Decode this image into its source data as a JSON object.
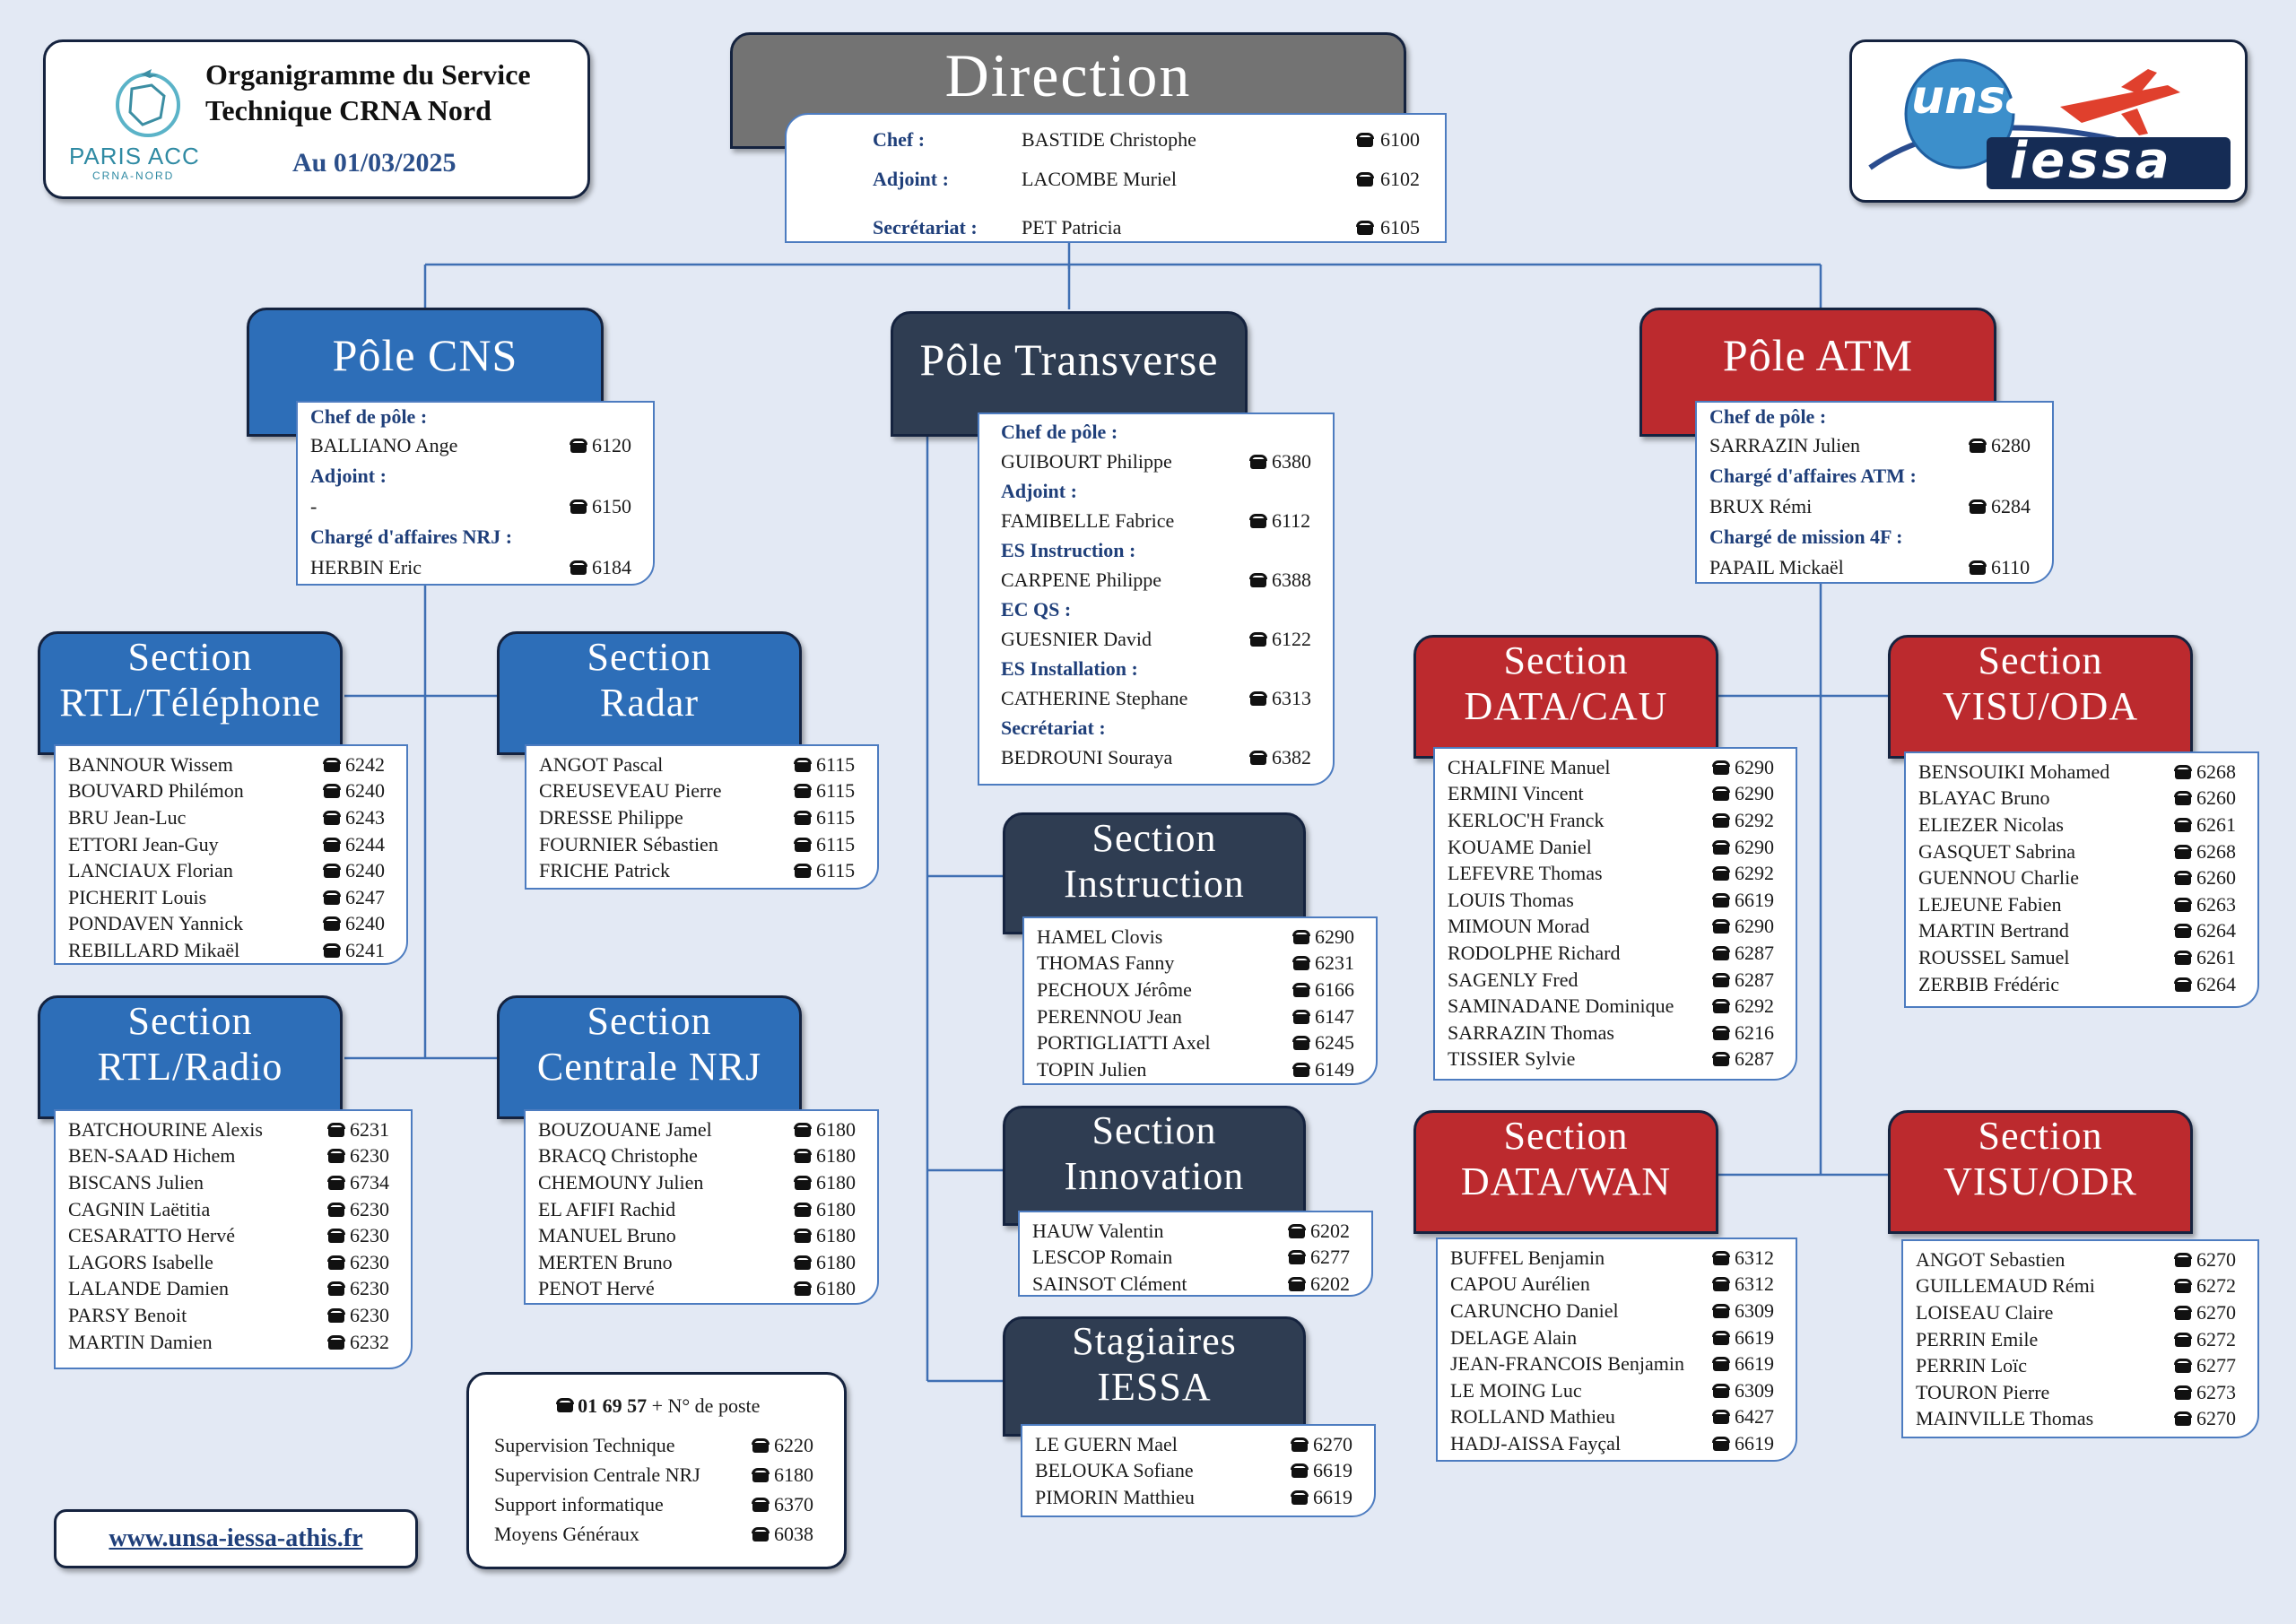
{
  "header": {
    "title_line1": "Organigramme du Service",
    "title_line2": "Technique CRNA Nord",
    "date": "Au 01/03/2025",
    "logo_text": "PARIS ACC",
    "logo_sub": "CRNA-NORD",
    "right_logo_unsa": "unsa",
    "right_logo_iessa": "iessa"
  },
  "direction": {
    "title": "Direction",
    "rows": [
      {
        "label": "Chef :",
        "name": "BASTIDE Christophe",
        "phone": "6100"
      },
      {
        "label": "Adjoint :",
        "name": "LACOMBE Muriel",
        "phone": "6102"
      },
      {
        "label": "Secrétariat :",
        "name": "PET Patricia",
        "phone": "6105"
      }
    ]
  },
  "poles": {
    "cns": {
      "title": "Pôle CNS",
      "items": [
        {
          "label": "Chef de pôle :",
          "name": "BALLIANO Ange",
          "phone": "6120"
        },
        {
          "label": "Adjoint :",
          "name": "-",
          "phone": "6150"
        },
        {
          "label": "Chargé d'affaires NRJ :",
          "name": "HERBIN Eric",
          "phone": "6184"
        }
      ]
    },
    "transverse": {
      "title": "Pôle Transverse",
      "items": [
        {
          "label": "Chef de pôle :",
          "name": "GUIBOURT Philippe",
          "phone": "6380"
        },
        {
          "label": "Adjoint :",
          "name": "FAMIBELLE Fabrice",
          "phone": "6112"
        },
        {
          "label": "ES Instruction :",
          "name": "CARPENE Philippe",
          "phone": "6388"
        },
        {
          "label": "EC QS :",
          "name": "GUESNIER David",
          "phone": "6122"
        },
        {
          "label": "ES Installation :",
          "name": "CATHERINE Stephane",
          "phone": "6313"
        },
        {
          "label": "Secrétariat :",
          "name": "BEDROUNI Souraya",
          "phone": "6382"
        }
      ]
    },
    "atm": {
      "title": "Pôle ATM",
      "items": [
        {
          "label": "Chef de pôle :",
          "name": "SARRAZIN Julien",
          "phone": "6280"
        },
        {
          "label": "Chargé d'affaires ATM :",
          "name": "BRUX Rémi",
          "phone": "6284"
        },
        {
          "label": "Chargé de mission 4F :",
          "name": "PAPAIL Mickaël",
          "phone": "6110"
        }
      ]
    }
  },
  "sections": {
    "rtl_tel": {
      "title1": "Section",
      "title2": "RTL/Téléphone",
      "members": [
        {
          "name": "BANNOUR Wissem",
          "phone": "6242"
        },
        {
          "name": "BOUVARD Philémon",
          "phone": "6240"
        },
        {
          "name": "BRU Jean-Luc",
          "phone": "6243"
        },
        {
          "name": "ETTORI Jean-Guy",
          "phone": "6244"
        },
        {
          "name": "LANCIAUX Florian",
          "phone": "6240"
        },
        {
          "name": "PICHERIT Louis",
          "phone": "6247"
        },
        {
          "name": "PONDAVEN Yannick",
          "phone": "6240"
        },
        {
          "name": "REBILLARD Mikaël",
          "phone": "6241"
        }
      ]
    },
    "radar": {
      "title1": "Section",
      "title2": "Radar",
      "members": [
        {
          "name": "ANGOT Pascal",
          "phone": "6115"
        },
        {
          "name": "CREUSEVEAU Pierre",
          "phone": "6115"
        },
        {
          "name": "DRESSE Philippe",
          "phone": "6115"
        },
        {
          "name": "FOURNIER Sébastien",
          "phone": "6115"
        },
        {
          "name": "FRICHE Patrick",
          "phone": "6115"
        }
      ]
    },
    "rtl_radio": {
      "title1": "Section",
      "title2": "RTL/Radio",
      "members": [
        {
          "name": "BATCHOURINE Alexis",
          "phone": "6231"
        },
        {
          "name": "BEN-SAAD Hichem",
          "phone": "6230"
        },
        {
          "name": "BISCANS Julien",
          "phone": "6734"
        },
        {
          "name": "CAGNIN Laëtitia",
          "phone": "6230"
        },
        {
          "name": "CESARATTO Hervé",
          "phone": "6230"
        },
        {
          "name": "LAGORS Isabelle",
          "phone": "6230"
        },
        {
          "name": "LALANDE Damien",
          "phone": "6230"
        },
        {
          "name": "PARSY Benoit",
          "phone": "6230"
        },
        {
          "name": "MARTIN Damien",
          "phone": "6232"
        }
      ]
    },
    "centrale_nrj": {
      "title1": "Section",
      "title2": "Centrale NRJ",
      "members": [
        {
          "name": "BOUZOUANE Jamel",
          "phone": "6180"
        },
        {
          "name": "BRACQ Christophe",
          "phone": "6180"
        },
        {
          "name": "CHEMOUNY Julien",
          "phone": "6180"
        },
        {
          "name": "EL AFIFI Rachid",
          "phone": "6180"
        },
        {
          "name": "MANUEL Bruno",
          "phone": "6180"
        },
        {
          "name": "MERTEN Bruno",
          "phone": "6180"
        },
        {
          "name": "PENOT Hervé",
          "phone": "6180"
        }
      ]
    },
    "instruction": {
      "title1": "Section",
      "title2": "Instruction",
      "members": [
        {
          "name": "HAMEL Clovis",
          "phone": "6290"
        },
        {
          "name": "THOMAS Fanny",
          "phone": "6231"
        },
        {
          "name": "PECHOUX Jérôme",
          "phone": "6166"
        },
        {
          "name": "PERENNOU Jean",
          "phone": "6147"
        },
        {
          "name": "PORTIGLIATTI Axel",
          "phone": "6245"
        },
        {
          "name": "TOPIN Julien",
          "phone": "6149"
        }
      ]
    },
    "innovation": {
      "title1": "Section",
      "title2": "Innovation",
      "members": [
        {
          "name": "HAUW Valentin",
          "phone": "6202"
        },
        {
          "name": "LESCOP Romain",
          "phone": "6277"
        },
        {
          "name": "SAINSOT Clément",
          "phone": "6202"
        }
      ]
    },
    "stagiaires": {
      "title1": "Stagiaires",
      "title2": "IESSA",
      "members": [
        {
          "name": "LE GUERN Mael",
          "phone": "6270"
        },
        {
          "name": "BELOUKA Sofiane",
          "phone": "6619"
        },
        {
          "name": "PIMORIN Matthieu",
          "phone": "6619"
        }
      ]
    },
    "data_cau": {
      "title1": "Section",
      "title2": "DATA/CAU",
      "members": [
        {
          "name": "CHALFINE Manuel",
          "phone": "6290"
        },
        {
          "name": "ERMINI Vincent",
          "phone": "6290"
        },
        {
          "name": "KERLOC'H Franck",
          "phone": "6292"
        },
        {
          "name": "KOUAME Daniel",
          "phone": "6290"
        },
        {
          "name": "LEFEVRE Thomas",
          "phone": "6292"
        },
        {
          "name": "LOUIS Thomas",
          "phone": "6619"
        },
        {
          "name": "MIMOUN Morad",
          "phone": "6290"
        },
        {
          "name": "RODOLPHE Richard",
          "phone": "6287"
        },
        {
          "name": "SAGENLY Fred",
          "phone": "6287"
        },
        {
          "name": "SAMINADANE Dominique",
          "phone": "6292"
        },
        {
          "name": "SARRAZIN Thomas",
          "phone": "6216"
        },
        {
          "name": "TISSIER Sylvie",
          "phone": "6287"
        }
      ]
    },
    "visu_oda": {
      "title1": "Section",
      "title2": "VISU/ODA",
      "members": [
        {
          "name": "BENSOUIKI Mohamed",
          "phone": "6268"
        },
        {
          "name": "BLAYAC Bruno",
          "phone": "6260"
        },
        {
          "name": "ELIEZER Nicolas",
          "phone": "6261"
        },
        {
          "name": "GASQUET Sabrina",
          "phone": "6268"
        },
        {
          "name": "GUENNOU Charlie",
          "phone": "6260"
        },
        {
          "name": "LEJEUNE Fabien",
          "phone": "6263"
        },
        {
          "name": "MARTIN Bertrand",
          "phone": "6264"
        },
        {
          "name": "ROUSSEL Samuel",
          "phone": "6261"
        },
        {
          "name": "ZERBIB Frédéric",
          "phone": "6264"
        }
      ]
    },
    "data_wan": {
      "title1": "Section",
      "title2": "DATA/WAN",
      "members": [
        {
          "name": "BUFFEL Benjamin",
          "phone": "6312"
        },
        {
          "name": "CAPOU Aurélien",
          "phone": "6312"
        },
        {
          "name": "CARUNCHO Daniel",
          "phone": "6309"
        },
        {
          "name": "DELAGE Alain",
          "phone": "6619"
        },
        {
          "name": "JEAN-FRANCOIS Benjamin",
          "phone": "6619"
        },
        {
          "name": "LE MOING Luc",
          "phone": "6309"
        },
        {
          "name": "ROLLAND Mathieu",
          "phone": "6427"
        },
        {
          "name": "HADJ-AISSA Fayçal",
          "phone": "6619"
        }
      ]
    },
    "visu_odr": {
      "title1": "Section",
      "title2": "VISU/ODR",
      "members": [
        {
          "name": "ANGOT Sebastien",
          "phone": "6270"
        },
        {
          "name": "GUILLEMAUD Rémi",
          "phone": "6272"
        },
        {
          "name": "LOISEAU Claire",
          "phone": "6270"
        },
        {
          "name": "PERRIN Emile",
          "phone": "6272"
        },
        {
          "name": "PERRIN Loïc",
          "phone": "6277"
        },
        {
          "name": "TOURON Pierre",
          "phone": "6273"
        },
        {
          "name": "MAINVILLE Thomas",
          "phone": "6270"
        }
      ]
    }
  },
  "contact": {
    "main_number": "01 69 57",
    "main_suffix": "+ N° de poste",
    "rows": [
      {
        "name": "Supervision Technique",
        "phone": "6220"
      },
      {
        "name": "Supervision Centrale NRJ",
        "phone": "6180"
      },
      {
        "name": "Support informatique",
        "phone": "6370"
      },
      {
        "name": "Moyens Généraux",
        "phone": "6038"
      }
    ]
  },
  "footer": {
    "url": "www.unsa-iessa-athis.fr"
  },
  "colors": {
    "background": "#e3e9f4",
    "cns": "#2d6eb8",
    "atm": "#bc2a2e",
    "transverse": "#2f3d52",
    "direction": "#737373",
    "label": "#1f3f7a",
    "border": "#4d7cc0"
  }
}
